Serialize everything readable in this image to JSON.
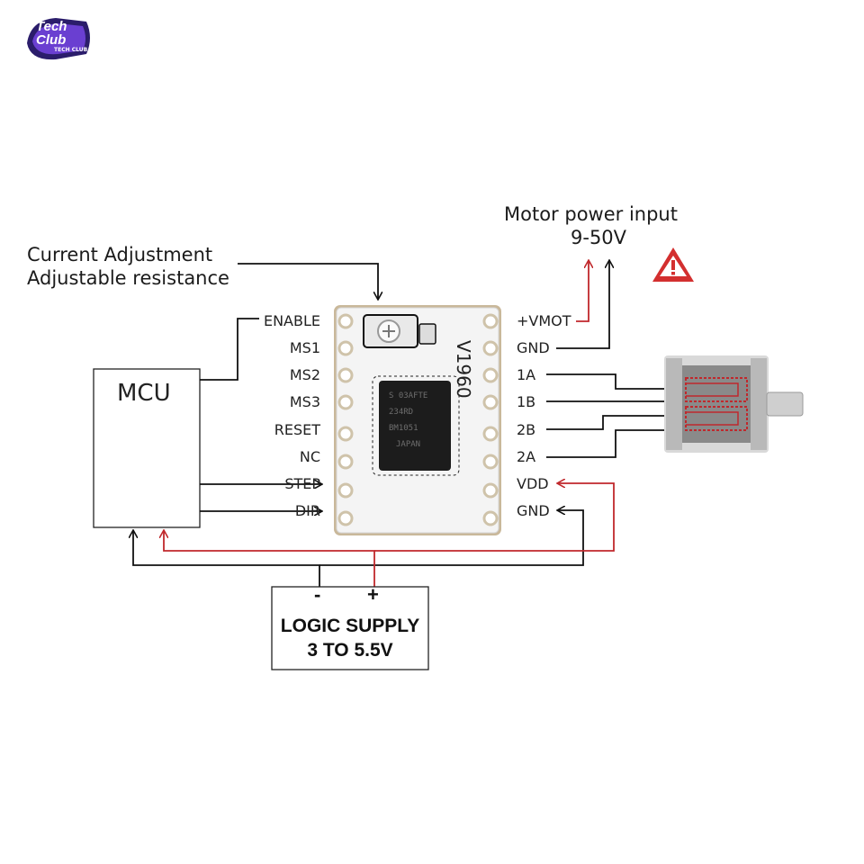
{
  "logo": {
    "line1": "Tech",
    "line2": "Club",
    "tagline": "TECH CLUB"
  },
  "annotations": {
    "motor_power_line1": "Motor power input",
    "motor_power_line2": "9-50V",
    "current_adj_line1": "Current Adjustment",
    "current_adj_line2": "Adjustable resistance"
  },
  "mcu": {
    "label": "MCU"
  },
  "board": {
    "model": "V1960",
    "chip_lines": [
      "S 03AFTE",
      "234RD",
      "BM1051",
      "JAPAN"
    ]
  },
  "left_pins": [
    "ENABLE",
    "MS1",
    "MS2",
    "MS3",
    "RESET",
    "NC",
    "STEP",
    "DIR"
  ],
  "right_pins": [
    "+VMOT",
    "GND",
    "1A",
    "1B",
    "2B",
    "2A",
    "VDD",
    "GND"
  ],
  "supply": {
    "minus": "-",
    "plus": "+",
    "line1": "LOGIC SUPPLY",
    "line2": "3 TO 5.5V"
  },
  "colors": {
    "power_wire": "#c0282c",
    "signal_wire": "#111111",
    "warning": "#d32f2f",
    "board": "#f4f4f4",
    "chip": "#1c1c1c"
  },
  "icons": {
    "warning": "warning-triangle-icon",
    "motor": "stepper-motor-icon",
    "potentiometer": "potentiometer-icon"
  }
}
